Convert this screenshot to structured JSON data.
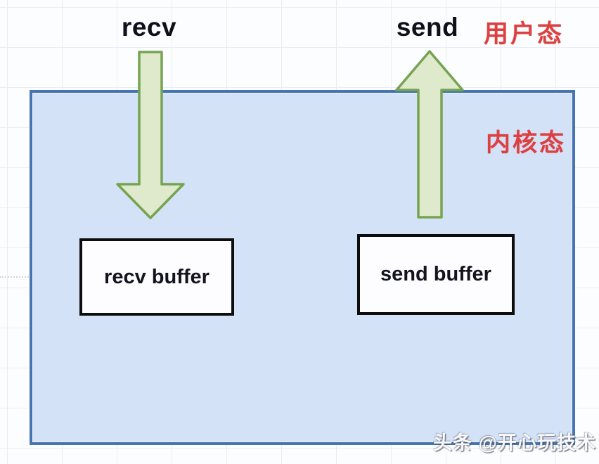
{
  "diagram": {
    "user_space": {
      "recv_label": "recv",
      "send_label": "send",
      "mode_label": "用户态"
    },
    "kernel_space": {
      "mode_label": "内核态",
      "recv_buffer_label": "recv buffer",
      "send_buffer_label": "send buffer"
    },
    "arrows": [
      {
        "name": "recv-flow",
        "direction": "down",
        "from": "recv",
        "to": "recv buffer"
      },
      {
        "name": "send-flow",
        "direction": "up",
        "from": "send buffer",
        "to": "send"
      }
    ],
    "watermark": "头条 @开心玩技术",
    "colors": {
      "kernel_fill": "#d4e2f8",
      "kernel_border": "#4675b2",
      "arrow_fill": "#dfeacd",
      "arrow_border": "#76a351",
      "mode_label": "#dd4040",
      "buffer_fill": "#fdfdff",
      "buffer_border": "#0d0d0d"
    }
  }
}
